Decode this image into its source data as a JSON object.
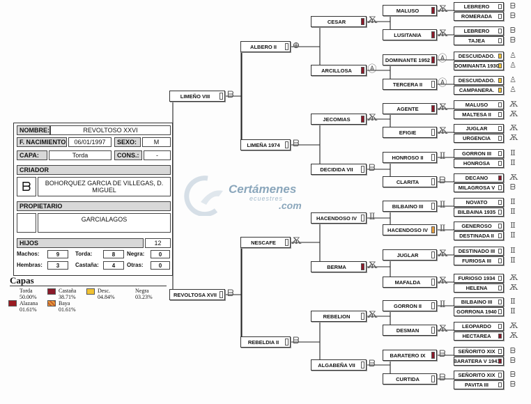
{
  "card": {
    "nombre_label": "NOMBRE:",
    "nombre": "REVOLTOSO XXVI",
    "nacimiento_label": "F. NACIMIENTO",
    "nacimiento": "06/01/1997",
    "sexo_label": "SEXO:",
    "sexo": "M",
    "capa_label": "CAPA:",
    "capa": "Torda",
    "cons_label": "CONS.:",
    "cons": "-",
    "criador_label": "CRIADOR",
    "criador": "BOHORQUEZ GARCIA DE VILLEGAS, D. MIGUEL",
    "propietario_label": "PROPIETARIO",
    "propietario": "GARCIALAGOS",
    "hijos_label": "HIJOS",
    "hijos": "12",
    "machos_label": "Machos:",
    "machos": "9",
    "hembras_label": "Hembras:",
    "hembras": "3",
    "torda_label": "Torda:",
    "torda": "8",
    "castana_label": "Castaña:",
    "castana": "4",
    "negra_label": "Negra:",
    "negra": "0",
    "otras_label": "Otras:",
    "otras": "0"
  },
  "watermark": {
    "line1": "Certámenes",
    "line2": "ecuestres",
    "line3": ".com"
  },
  "capas": {
    "title": "Capas",
    "items": [
      {
        "name": "Torda",
        "pct": "50.00%",
        "color": ""
      },
      {
        "name": "Castaña",
        "pct": "38.71%",
        "color": "#8b1a2a"
      },
      {
        "name": "Desc.",
        "pct": "04.84%",
        "color": "#f1c232"
      },
      {
        "name": "Negra",
        "pct": "03.23%",
        "color": ""
      },
      {
        "name": "Alazana",
        "pct": "01.61%",
        "color": "#9b1b22"
      },
      {
        "name": "Baya",
        "pct": "01.61%",
        "color": "#e8a040"
      }
    ]
  },
  "pedigree": {
    "sire": "LIMEÑO VIII",
    "dam": "REVOLTOSA XVII",
    "g2": [
      "ALBERO II",
      "LIMEÑA 1974",
      "NESCAFE",
      "REBELDIA II"
    ],
    "g3": [
      "CESAR",
      "ARCILLOSA",
      "JECOMIAS",
      "DECIDIDA VII",
      "HACENDOSO IV",
      "BERMA",
      "REBELION",
      "ALGABEÑA VII"
    ],
    "g4": [
      "MALUSO",
      "LUSITANIA",
      "DOMINANTE 1952",
      "TERCERA II",
      "AGENTE",
      "EFIGIE",
      "HONROSO II",
      "CLARITA",
      "BILBAINO III",
      "HACENDOSO IV",
      "JUGLAR",
      "MAFALDA",
      "GORRON II",
      "DESMAN",
      "BARATERO IX",
      "CURTIDA"
    ],
    "g5": [
      "LEBRERO",
      "ROMERADA",
      "LEBRERO",
      "TAJEA",
      "DESCUIDADO.",
      "DOMINANTA 1930",
      "DESCUIDADO.",
      "CAMPANERA.",
      "MALUSO",
      "MALTESA II",
      "JUGLAR",
      "URGENCIA",
      "GORRON III",
      "HONROSA",
      "DECANO",
      "MILAGROSA V",
      "NOVATO",
      "BILBAINA 1935",
      "GENEROSO",
      "DESTINADA II",
      "DESTINADO III",
      "FURIOSA III",
      "FURIOSO 1934",
      "HELENA",
      "BILBAINO III",
      "GORRONA 1940",
      "LEOPARDO",
      "HECTAREA",
      "SEÑORITO XIX",
      "BARATERA V 1941",
      "SEÑORITO XIX",
      "PAVITA III"
    ]
  }
}
